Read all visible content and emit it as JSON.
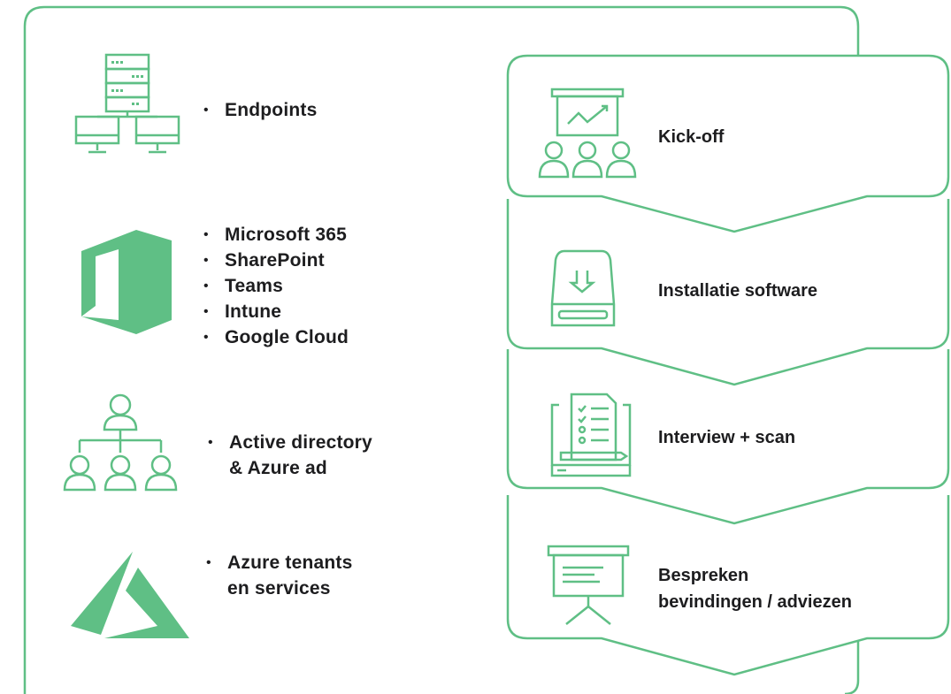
{
  "colors": {
    "accent": "#5fbf85",
    "text": "#1d1d1f",
    "background": "#ffffff"
  },
  "scope": {
    "groups": [
      {
        "icon": "server-network-icon",
        "items": [
          "Endpoints"
        ]
      },
      {
        "icon": "office-365-icon",
        "items": [
          "Microsoft 365",
          "SharePoint",
          "Teams",
          "Intune",
          "Google Cloud"
        ]
      },
      {
        "icon": "org-hierarchy-icon",
        "items": [
          "Active directory",
          "& Azure ad"
        ]
      },
      {
        "icon": "azure-logo-icon",
        "items": [
          "Azure tenants",
          "en services"
        ]
      }
    ]
  },
  "process": {
    "steps": [
      {
        "icon": "presentation-audience-icon",
        "label": "Kick-off"
      },
      {
        "icon": "drive-download-icon",
        "label": "Installatie software"
      },
      {
        "icon": "laptop-checklist-icon",
        "label": "Interview + scan"
      },
      {
        "icon": "presentation-board-icon",
        "label_lines": [
          "Bespreken",
          "bevindingen / adviezen"
        ]
      }
    ]
  }
}
